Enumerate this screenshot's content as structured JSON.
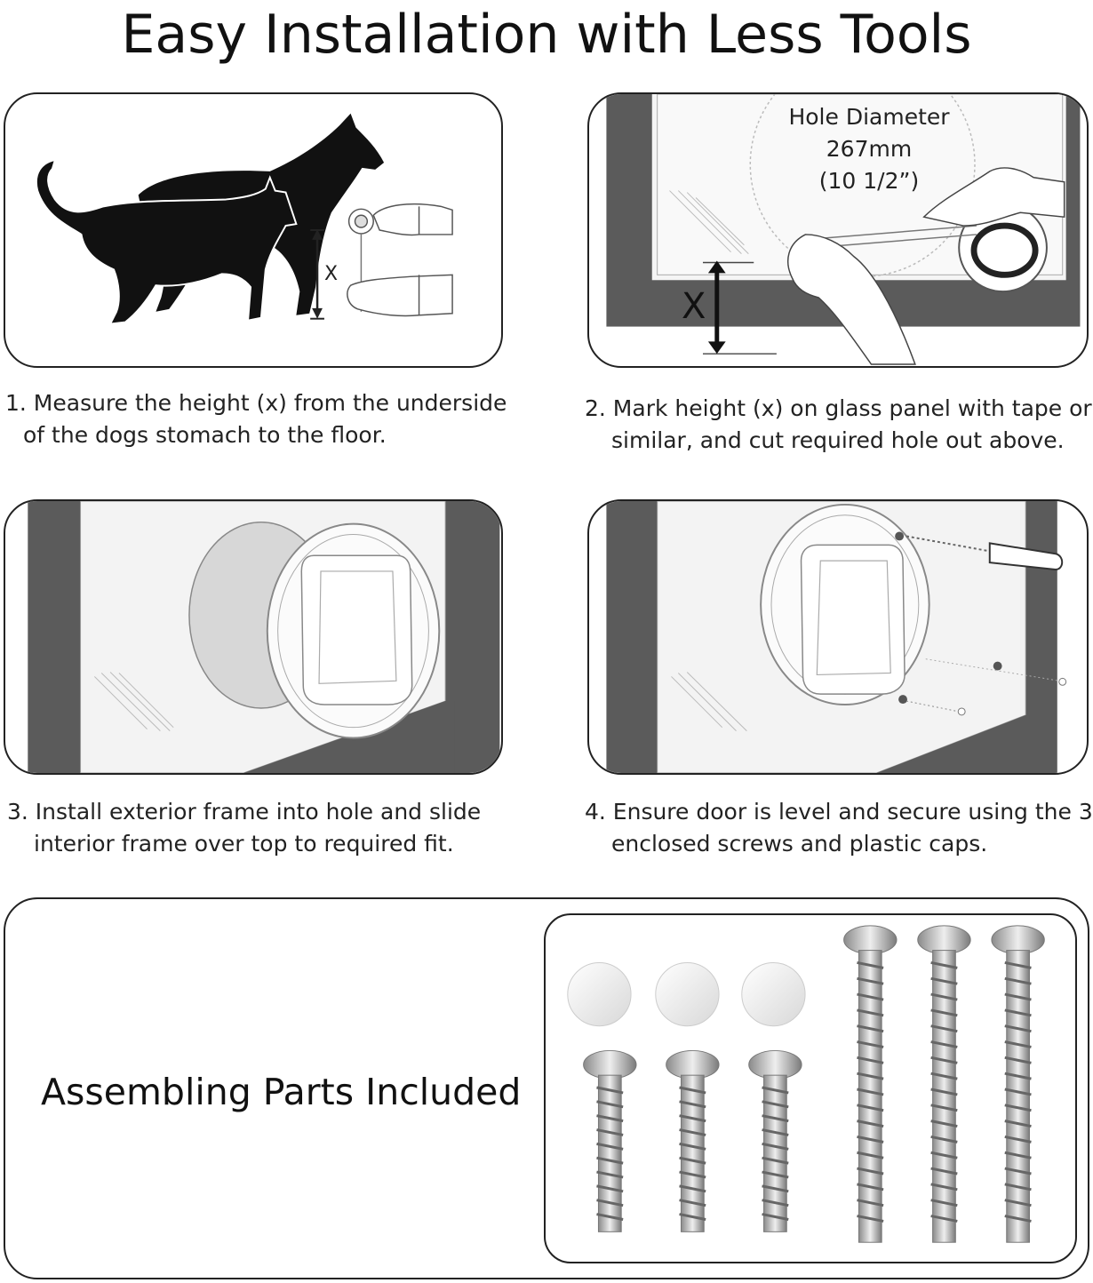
{
  "title": "Easy Installation with Less Tools",
  "steps": [
    {
      "line1": "1. Measure the height (x) from the underside",
      "line2": "of the dogs stomach to the floor."
    },
    {
      "line1": "2. Mark height (x) on glass panel with tape or",
      "line2": "similar, and cut required hole out above."
    },
    {
      "line1": "3. Install exterior frame into hole and slide",
      "line2": "interior frame over top to required fit."
    },
    {
      "line1": "4. Ensure door is level and secure using the 3",
      "line2": "enclosed screws and plastic caps."
    }
  ],
  "panel1": {
    "x_label": "X"
  },
  "panel2": {
    "hole_label": "Hole Diameter",
    "hole_mm": "267mm",
    "hole_in": "(10 1/2”)",
    "x_label": "X"
  },
  "parts": {
    "title": "Assembling Parts Included"
  },
  "colors": {
    "frame": "#5b5b5b",
    "glass": "#f3f3f3",
    "ink": "#111111",
    "screw": "#b9b9b9"
  }
}
